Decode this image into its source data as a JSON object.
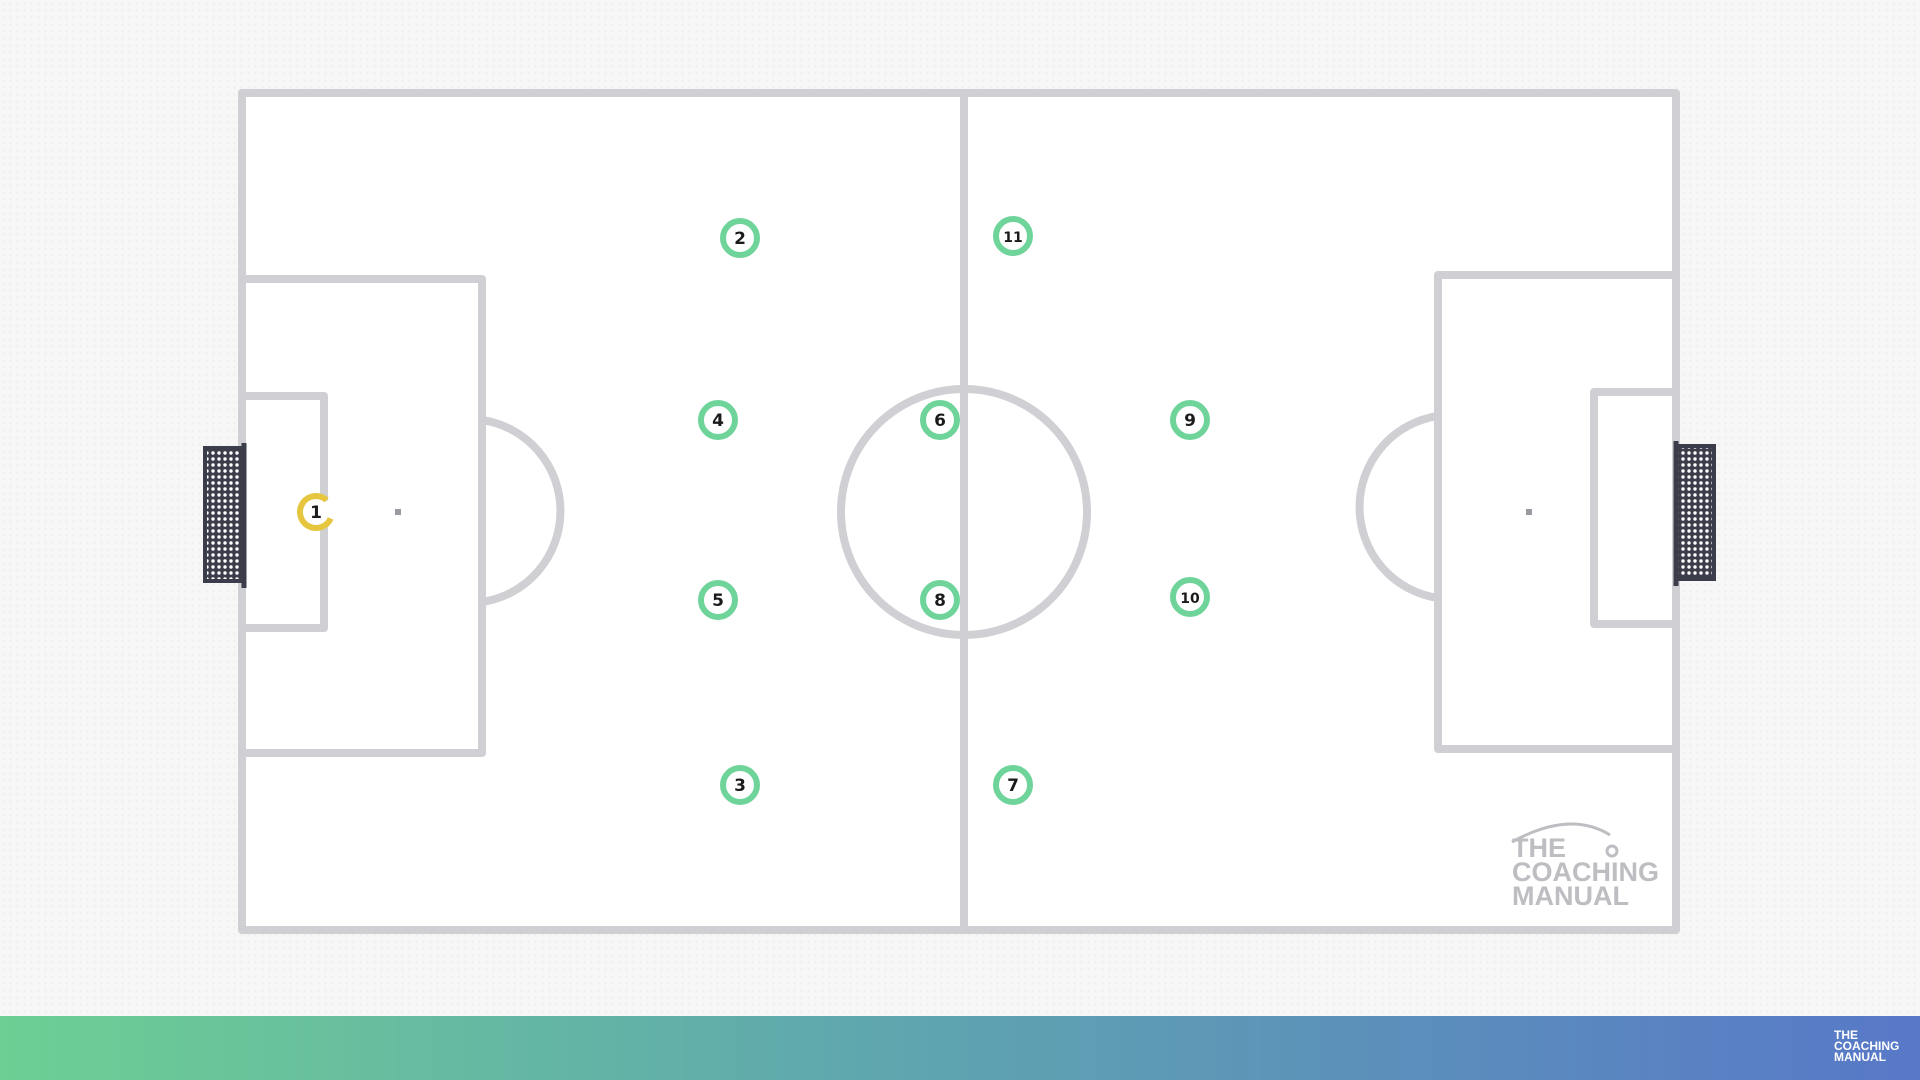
{
  "pitch": {
    "colors": {
      "lines": "#d0d0d4",
      "grass": "#ffffff",
      "net": "#3b3d4a",
      "outfield_ring": "#6fd49a",
      "keeper_ring": "#e6c63f",
      "number": "#1b1b1b"
    }
  },
  "players": [
    {
      "number": "1",
      "role": "goalkeeper"
    },
    {
      "number": "2",
      "role": "outfield"
    },
    {
      "number": "3",
      "role": "outfield"
    },
    {
      "number": "4",
      "role": "outfield"
    },
    {
      "number": "5",
      "role": "outfield"
    },
    {
      "number": "6",
      "role": "outfield"
    },
    {
      "number": "8",
      "role": "outfield"
    },
    {
      "number": "7",
      "role": "outfield"
    },
    {
      "number": "11",
      "role": "outfield"
    },
    {
      "number": "9",
      "role": "outfield"
    },
    {
      "number": "10",
      "role": "outfield"
    }
  ],
  "watermark": {
    "line1": "THE",
    "line2": "COACHING",
    "line3": "MANUAL"
  },
  "footer": {
    "logo": {
      "line1": "THE",
      "line2": "COACHING",
      "line3": "MANUAL"
    },
    "gradient_start": "#6dcf93",
    "gradient_end": "#5878c8"
  }
}
